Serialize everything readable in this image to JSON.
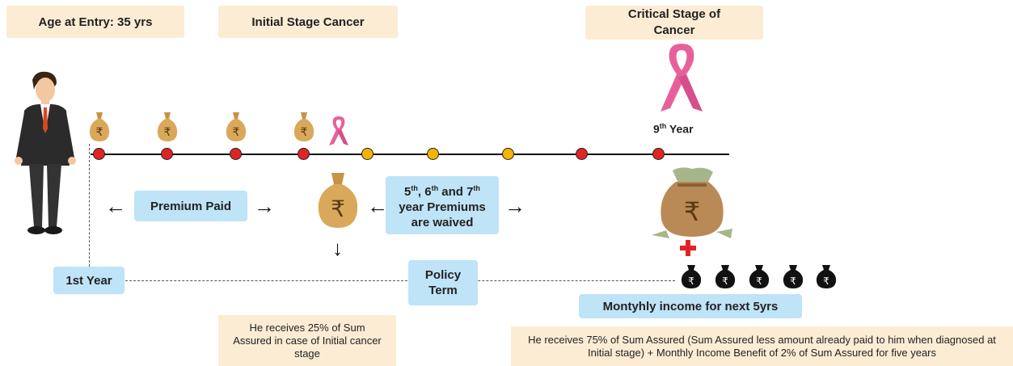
{
  "headers": {
    "age_at_entry": "Age at Entry: 35 yrs",
    "initial_stage": "Initial Stage Cancer",
    "critical_stage": "Critical Stage of Cancer"
  },
  "labels": {
    "premium_paid": "Premium Paid",
    "waived_line1_a": "5",
    "waived_sup1": "th",
    "waived_line1_b": ", 6",
    "waived_sup2": "th",
    "waived_line1_c": " and 7",
    "waived_sup3": "th",
    "waived_line2": "year Premiums",
    "waived_line3": "are waived",
    "ninth_year_num": "9",
    "ninth_year_sup": "th",
    "ninth_year_word": " Year",
    "first_year": "1st Year",
    "policy_term": "Policy Term",
    "monthly_income": "Montyhly income for next 5yrs"
  },
  "notes": {
    "initial_benefit": "He receives 25% of Sum Assured in case of Initial cancer stage",
    "critical_benefit": "He receives 75% of Sum Assured (Sum Assured less amount already paid to him when diagnosed at Initial stage) + Monthly Income Benefit of 2% of Sum Assured for five years"
  },
  "colors": {
    "peach": "#fcecd3",
    "light_blue": "#bfe3f7",
    "red_dot": "#e02424",
    "yellow_dot": "#f4b400",
    "ribbon": "#e8609a",
    "money_bag": "#d9a85a"
  },
  "icons": {
    "person": "businessman-icon",
    "bag": "rupee-money-bag-icon",
    "ribbon": "pink-ribbon-icon",
    "cross": "red-plus-icon"
  }
}
